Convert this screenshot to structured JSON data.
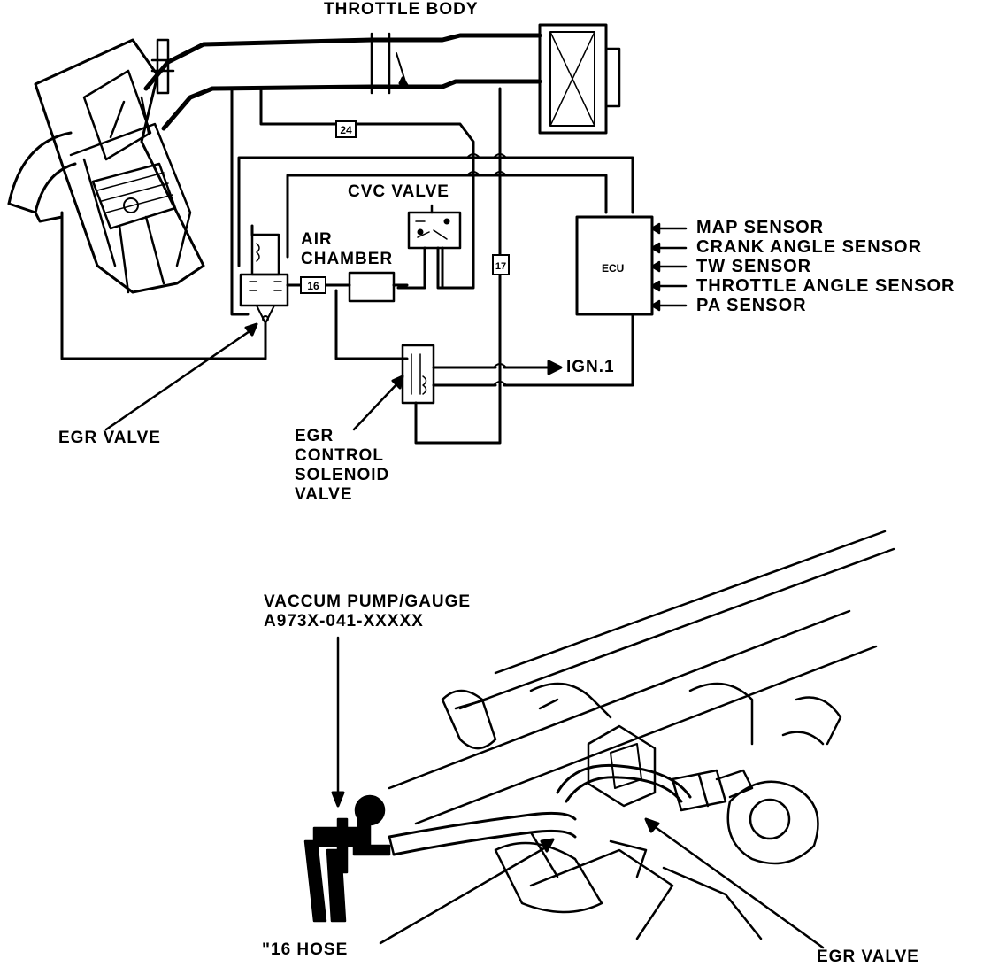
{
  "top_diagram": {
    "throttle_body": "THROTTLE BODY",
    "cvc_valve": "CVC VALVE",
    "air_chamber": [
      "AIR",
      "CHAMBER"
    ],
    "ecu": "ECU",
    "sensors": [
      "MAP SENSOR",
      "CRANK ANGLE SENSOR",
      "TW SENSOR",
      "THROTTLE ANGLE SENSOR",
      "PA SENSOR"
    ],
    "ign": "IGN.1",
    "egr_valve": "EGR VALVE",
    "egr_control_solenoid_valve": [
      "EGR",
      "CONTROL",
      "SOLENOID",
      "VALVE"
    ],
    "hose_numbers": {
      "h24": "24",
      "h16": "16",
      "h17": "17"
    }
  },
  "bottom_diagram": {
    "vacuum_pump": [
      "VACCUM PUMP/GAUGE",
      "A973X-041-XXXXX"
    ],
    "hose_16": "\"16 HOSE",
    "egr_valve": "EGR VALVE"
  }
}
